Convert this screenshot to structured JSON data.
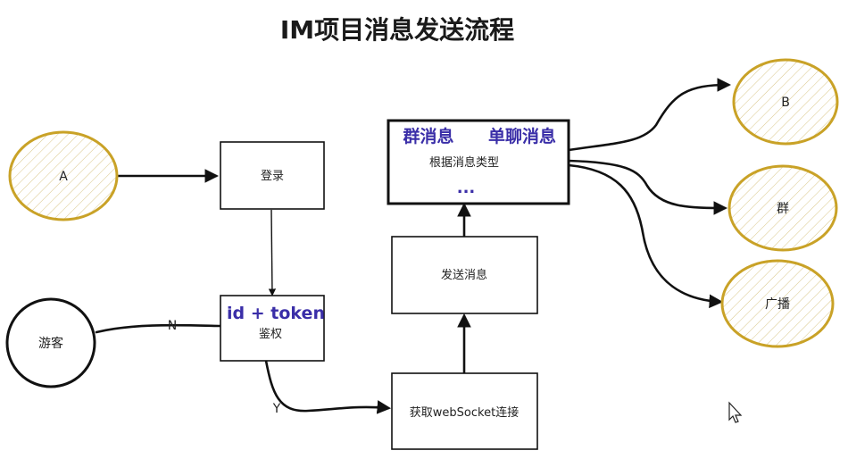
{
  "title": "IM项目消息发送流程",
  "nodes": {
    "a": "A",
    "login": "登录",
    "guest": "游客",
    "auth": "鉴权",
    "auth_note": "id + token",
    "get_conn": "获取webSocket连接",
    "send_msg": "发送消息",
    "msg_type": "根据消息类型",
    "group_msg": "群消息",
    "single_msg": "单聊消息",
    "more": "...",
    "b": "B",
    "group": "群",
    "broadcast": "广播"
  },
  "edge_labels": {
    "no": "N",
    "yes": "Y"
  },
  "colors": {
    "circle_stroke": "#c9a227",
    "hatch": "#d9c78a",
    "accent": "#3a2ea8"
  }
}
